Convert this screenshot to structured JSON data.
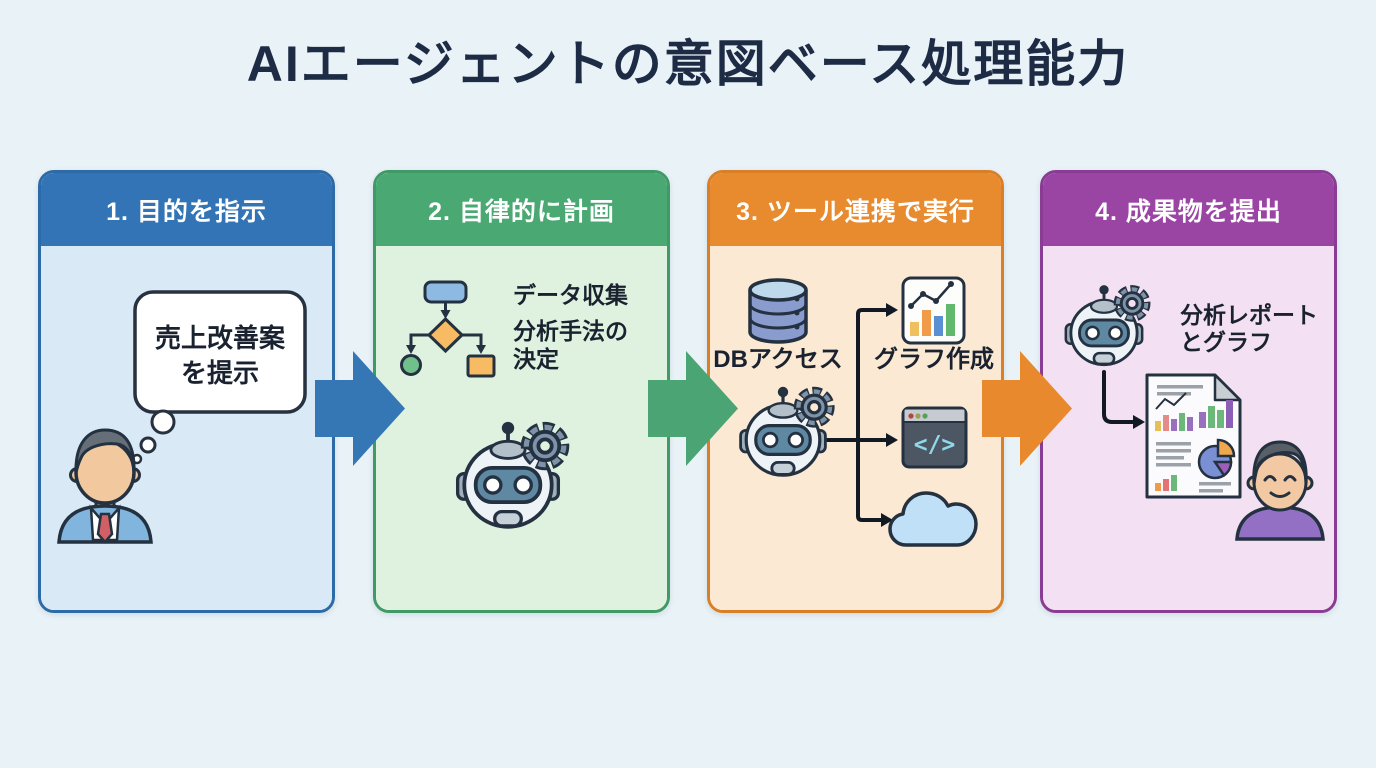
{
  "title": "AIエージェントの意図ベース処理能力",
  "steps": [
    {
      "label": "1. 目的を指示",
      "header_color": "#3274b5",
      "body_color": "#d9e9f6",
      "border_color": "#2d6ba8",
      "icons": [
        "thought-bubble",
        "businessman"
      ]
    },
    {
      "label": "2. 自律的に計画",
      "header_color": "#4aa972",
      "body_color": "#def2df",
      "border_color": "#3f9a66",
      "icons": [
        "flowchart",
        "robot-gear"
      ]
    },
    {
      "label": "3. ツール連携で実行",
      "header_color": "#e88a2e",
      "body_color": "#fbe9d3",
      "border_color": "#d97f28",
      "icons": [
        "database",
        "bar-chart",
        "robot-gear",
        "code-window",
        "cloud"
      ]
    },
    {
      "label": "4. 成果物を提出",
      "header_color": "#9a44a4",
      "body_color": "#f3e0f2",
      "border_color": "#8a3c94",
      "icons": [
        "robot-gear",
        "report-document",
        "smiling-person"
      ]
    }
  ],
  "arrow_colors": [
    "#3577b5",
    "#4ba473",
    "#e8892e"
  ],
  "step1": {
    "bubble_line1": "売上改善案",
    "bubble_line2": "を提示"
  },
  "step2": {
    "label1": "データ収集",
    "label2_line1": "分析手法の",
    "label2_line2": "決定"
  },
  "step3": {
    "db_label": "DBアクセス",
    "chart_label": "グラフ作成",
    "code_glyph": "</>"
  },
  "step4": {
    "result_line1": "分析レポート",
    "result_line2": "とグラフ"
  }
}
